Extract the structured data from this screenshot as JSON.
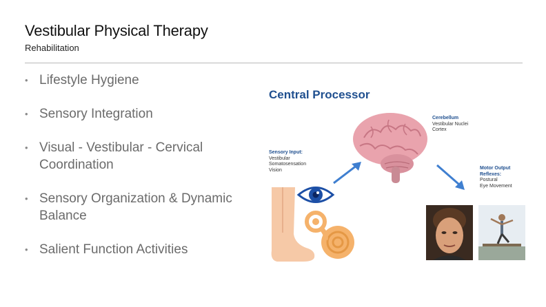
{
  "slide": {
    "title": "Vestibular Physical Therapy",
    "subtitle": "Rehabilitation",
    "bullets": [
      "Lifestyle Hygiene",
      "Sensory Integration",
      "Visual - Vestibular - Cervical Coordination",
      "Sensory Organization & Dynamic Balance",
      "Salient Function Activities"
    ],
    "bullet_glyph": "•"
  },
  "diagram": {
    "title": "Central Processor",
    "sensory": {
      "heading": "Sensory Input:",
      "lines": [
        "Vestibular",
        "Somatosensation",
        "Vision"
      ]
    },
    "cerebellum": {
      "heading": "Cerebellum",
      "lines": [
        "Vestibular Nuclei",
        "Cortex"
      ]
    },
    "motor": {
      "heading": "Motor Output",
      "heading2": "Reflexes:",
      "lines": [
        "Postural",
        "Eye Movement"
      ]
    }
  },
  "colors": {
    "accent_blue": "#1f4f8f",
    "arrow_blue": "#3f7fd0",
    "bullet_text": "#6b6b6b",
    "brain_pink": "#e9a3ad",
    "skin": "#f6c9a7",
    "eye_blue": "#1c4fa6",
    "ear_orange": "#f5b26b"
  },
  "icons": [
    "brain-icon",
    "eye-icon",
    "leg-icon",
    "ear-icon",
    "arrow-icon"
  ]
}
